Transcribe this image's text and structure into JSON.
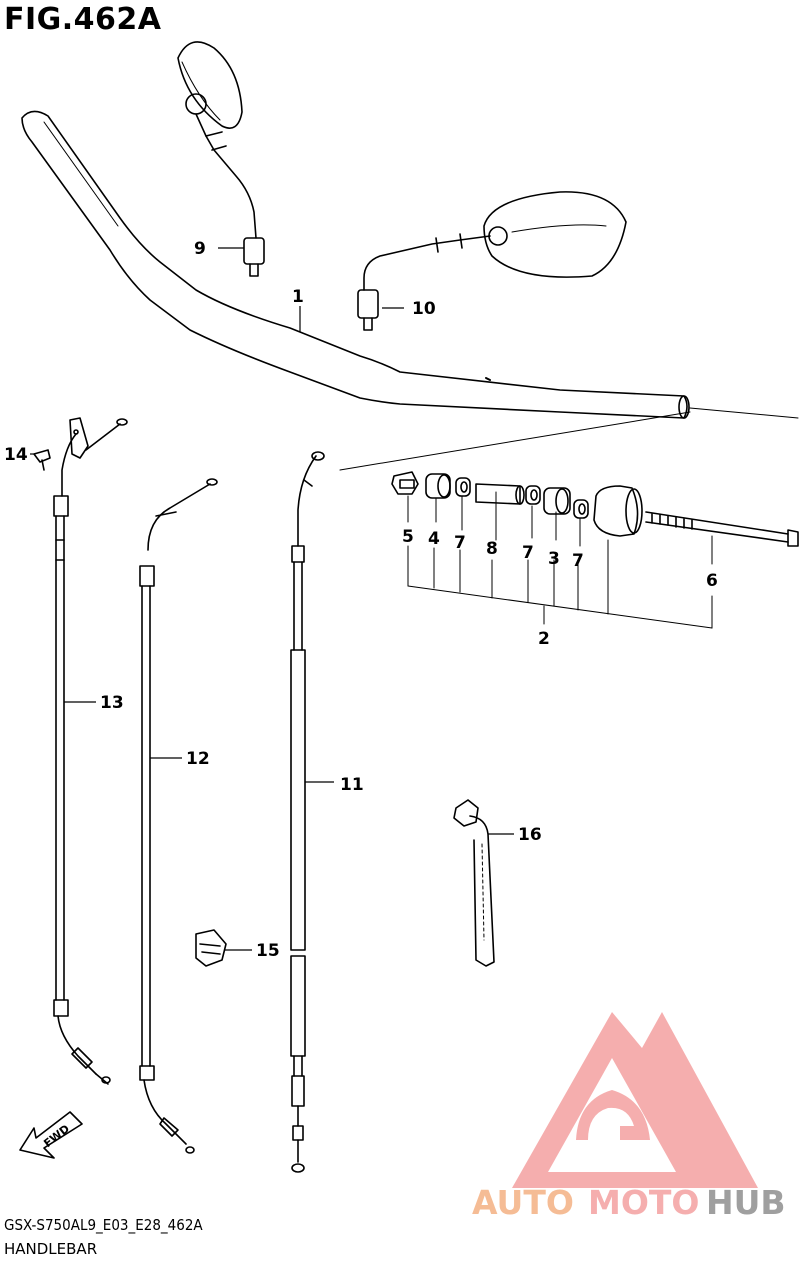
{
  "figure": {
    "title": "FIG.462A",
    "model_code": "GSX-S750AL9_E03_E28_462A",
    "section_name": "HANDLEBAR"
  },
  "fwd_label": "FWD",
  "callouts": {
    "c1": "1",
    "c2": "2",
    "c3": "3",
    "c4": "4",
    "c5": "5",
    "c6": "6",
    "c7a": "7",
    "c7b": "7",
    "c7c": "7",
    "c8": "8",
    "c9": "9",
    "c10": "10",
    "c11": "11",
    "c12": "12",
    "c13": "13",
    "c14": "14",
    "c15": "15",
    "c16": "16"
  },
  "watermark": {
    "part1": "AUTO",
    "part2": "MOTO",
    "part3": "HUB",
    "color_orange": "#f4b183",
    "color_pink": "#f4a0a0",
    "color_gray": "#8f8f8f"
  }
}
